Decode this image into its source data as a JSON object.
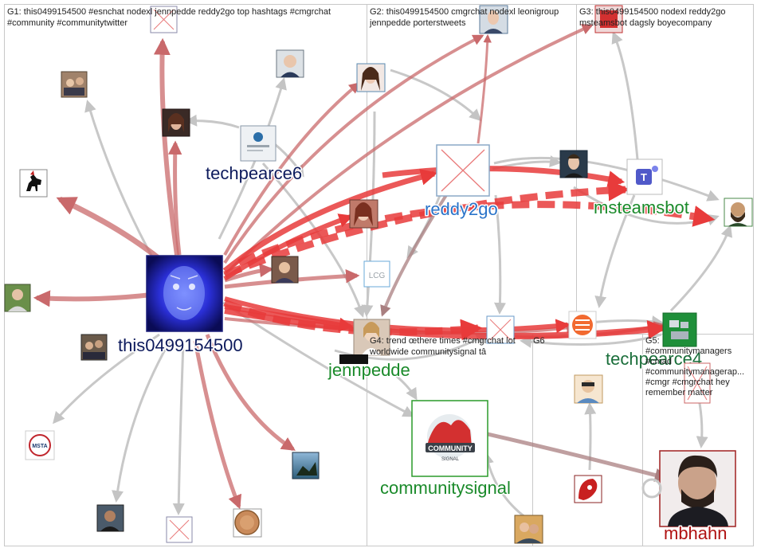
{
  "groups": [
    {
      "id": "G1",
      "lines": [
        "G1: this0499154500 #esnchat nodexl jennpedde reddy2go top hashtags #cmgrchat",
        "#community #communitytwitter"
      ]
    },
    {
      "id": "G2",
      "lines": [
        "G2: this0499154500 cmgrchat nodexl leonigroup",
        "jennpedde porterstweets"
      ]
    },
    {
      "id": "G3",
      "lines": [
        "G3: this0499154500 nodexl reddy2go",
        "msteamsbot dagsly boyecompany"
      ]
    },
    {
      "id": "G4",
      "lines": [
        "G4: trend œthere times #cmgrchat lot",
        "worldwide communitysignal tâ"
      ]
    },
    {
      "id": "G5",
      "lines": [
        "G5:",
        "#communitymanagers",
        "#cmad",
        "#communitymanagerap...",
        "#cmgr #cmgrchat hey",
        "remember matter"
      ]
    },
    {
      "id": "G6",
      "lines": [
        "G6"
      ]
    }
  ],
  "labels": {
    "this0499154500": "this0499154500",
    "techpearce6": "techpearce6",
    "reddy2go": "reddy2go",
    "msteamsbot": "msteamsbot",
    "jennpedde": "jennpedde",
    "techpearce4": "techpearce4",
    "communitysignal": "communitysignal",
    "mbhahn": "mbhahn",
    "lcg": "LCG",
    "msta": "MSTA",
    "community_logo_top": "COMMUNITY",
    "community_logo_bottom": "SIGNAL"
  },
  "colors": {
    "edge_strong": "#e03a3a",
    "edge_medium": "#c9696b",
    "edge_faint": "#c8c8c8",
    "label_navy": "#0d1a5c",
    "label_blue": "#2b74c9",
    "label_green": "#1a8a2a",
    "label_darkred": "#b01212",
    "group_border": "#c8c8c8"
  }
}
